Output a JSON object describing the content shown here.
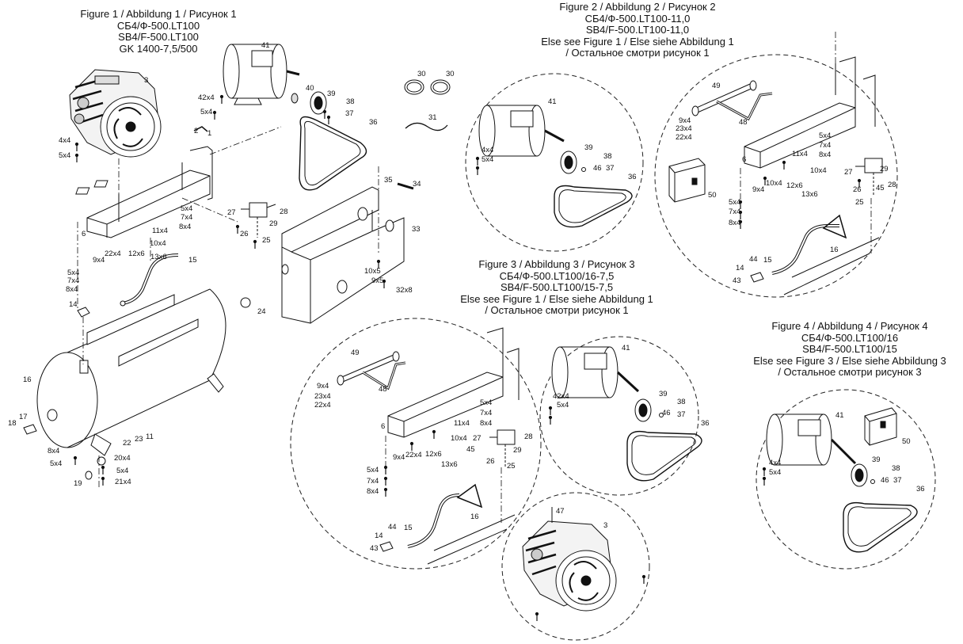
{
  "figures": {
    "fig1": {
      "lines": [
        "Figure 1 / Abbildung 1 / Рисунок 1",
        "СБ4/Ф-500.LT100",
        "SB4/F-500.LT100",
        "GK 1400-7,5/500"
      ]
    },
    "fig2": {
      "lines": [
        "Figure 2 / Abbildung 2 / Рисунок 2",
        "СБ4/Ф-500.LT100-11,0",
        "SB4/F-500.LT100-11,0",
        "Else see Figure 1 / Else siehe Abbildung 1",
        "/ Остальное смотри рисунок 1"
      ]
    },
    "fig3": {
      "lines": [
        "Figure 3 / Abbildung 3 / Рисунок 3",
        "СБ4/Ф-500.LT100/16-7,5",
        "SB4/F-500.LT100/15-7,5",
        "Else see Figure 1 / Else siehe Abbildung 1",
        "/ Остальное смотри рисунок 1"
      ]
    },
    "fig4": {
      "lines": [
        "Figure 4 / Abbildung 4 / Рисунок 4",
        "СБ4/Ф-500.LT100/16",
        "SB4/F-500.LT100/15",
        "Else see Figure 3 / Else siehe Abbildung 3",
        "/ Остальное смотри рисунок 3"
      ]
    }
  },
  "callouts": {
    "fig1": [
      "3",
      "41",
      "40",
      "39",
      "38",
      "37",
      "36",
      "42x4",
      "5x4",
      "2",
      "1",
      "4x4",
      "5x4",
      "30",
      "30",
      "31",
      "35",
      "34",
      "33",
      "6",
      "5x4",
      "7x4",
      "8x4",
      "11x4",
      "10x4",
      "27",
      "28",
      "29",
      "26",
      "25",
      "9x4",
      "22x4",
      "12x6",
      "13x6",
      "15",
      "5x4",
      "7x4",
      "8x4",
      "10x5",
      "9x5",
      "32x8",
      "14",
      "24",
      "16",
      "17",
      "18",
      "22",
      "23",
      "11",
      "8x4",
      "5x4",
      "20x4",
      "5x4",
      "21x4",
      "19"
    ],
    "fig2": [
      "41",
      "39",
      "38",
      "46",
      "37",
      "36",
      "4x4",
      "5x4",
      "49",
      "48",
      "9x4",
      "23x4",
      "22x4",
      "6",
      "5x4",
      "7x4",
      "8x4",
      "11x4",
      "10x4",
      "50",
      "10x4",
      "9x4",
      "12x6",
      "13x6",
      "27",
      "29",
      "26",
      "45",
      "28",
      "25",
      "5x4",
      "7x4",
      "8x4",
      "16",
      "14",
      "44",
      "15",
      "43"
    ],
    "fig3": [
      "49",
      "48",
      "9x4",
      "23x4",
      "22x4",
      "6",
      "5x4",
      "7x4",
      "8x4",
      "11x4",
      "10x4",
      "27",
      "28",
      "45",
      "29",
      "26",
      "25",
      "9x4",
      "22x4",
      "12x6",
      "13x6",
      "5x4",
      "7x4",
      "8x4",
      "16",
      "14",
      "44",
      "15",
      "43",
      "41",
      "42x4",
      "5x4",
      "39",
      "38",
      "46",
      "37",
      "36",
      "47",
      "3"
    ],
    "fig4": [
      "41",
      "50",
      "4x4",
      "5x4",
      "39",
      "38",
      "46",
      "37",
      "36"
    ]
  }
}
